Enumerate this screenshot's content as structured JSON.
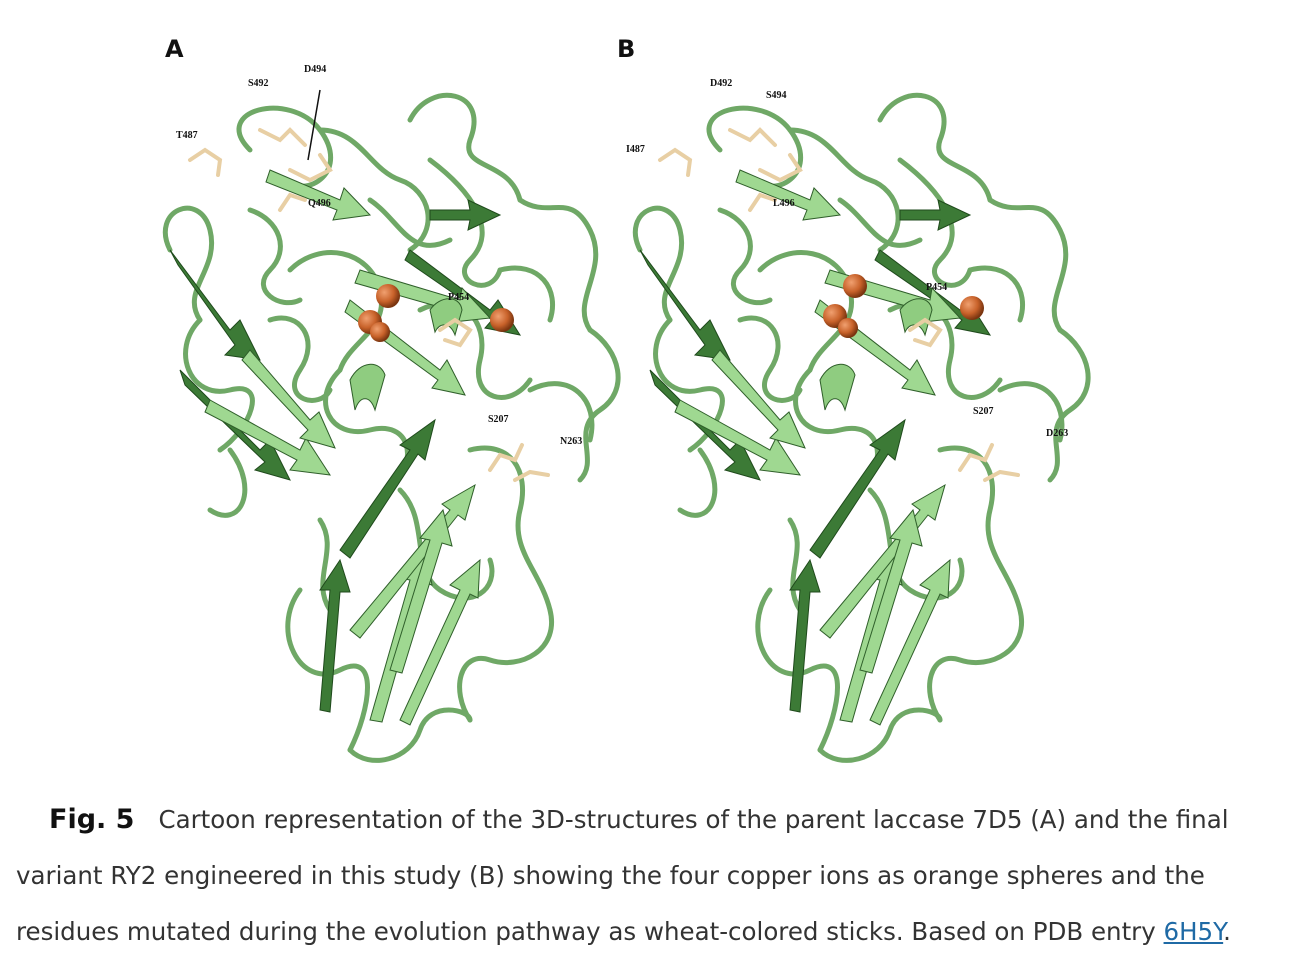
{
  "panels": [
    {
      "letter": "A",
      "labels": {
        "t487": "T487",
        "s492": "S492",
        "d494": "D494",
        "q496": "Q496",
        "p454": "P454",
        "s207": "S207",
        "n263": "N263"
      }
    },
    {
      "letter": "B",
      "labels": {
        "t487": "I487",
        "s492": "D492",
        "d494": "S494",
        "q496": "L496",
        "p454": "P454",
        "s207": "S207",
        "n263": "D263"
      }
    }
  ],
  "colors": {
    "protein_light": "#9fd891",
    "protein_dark": "#3c7a36",
    "copper": "#c8622a",
    "residue": "#e8cfa4"
  },
  "caption": {
    "fig_label": "Fig. 5",
    "text": "Cartoon representation of the 3D-structures of the parent laccase 7D5 (A) and the final variant RY2 engineered in this study (B) showing the four copper ions as orange spheres and the residues mutated during the evolution pathway as wheat-colored sticks. Based on PDB entry ",
    "link_text": "6H5Y",
    "end": "."
  }
}
